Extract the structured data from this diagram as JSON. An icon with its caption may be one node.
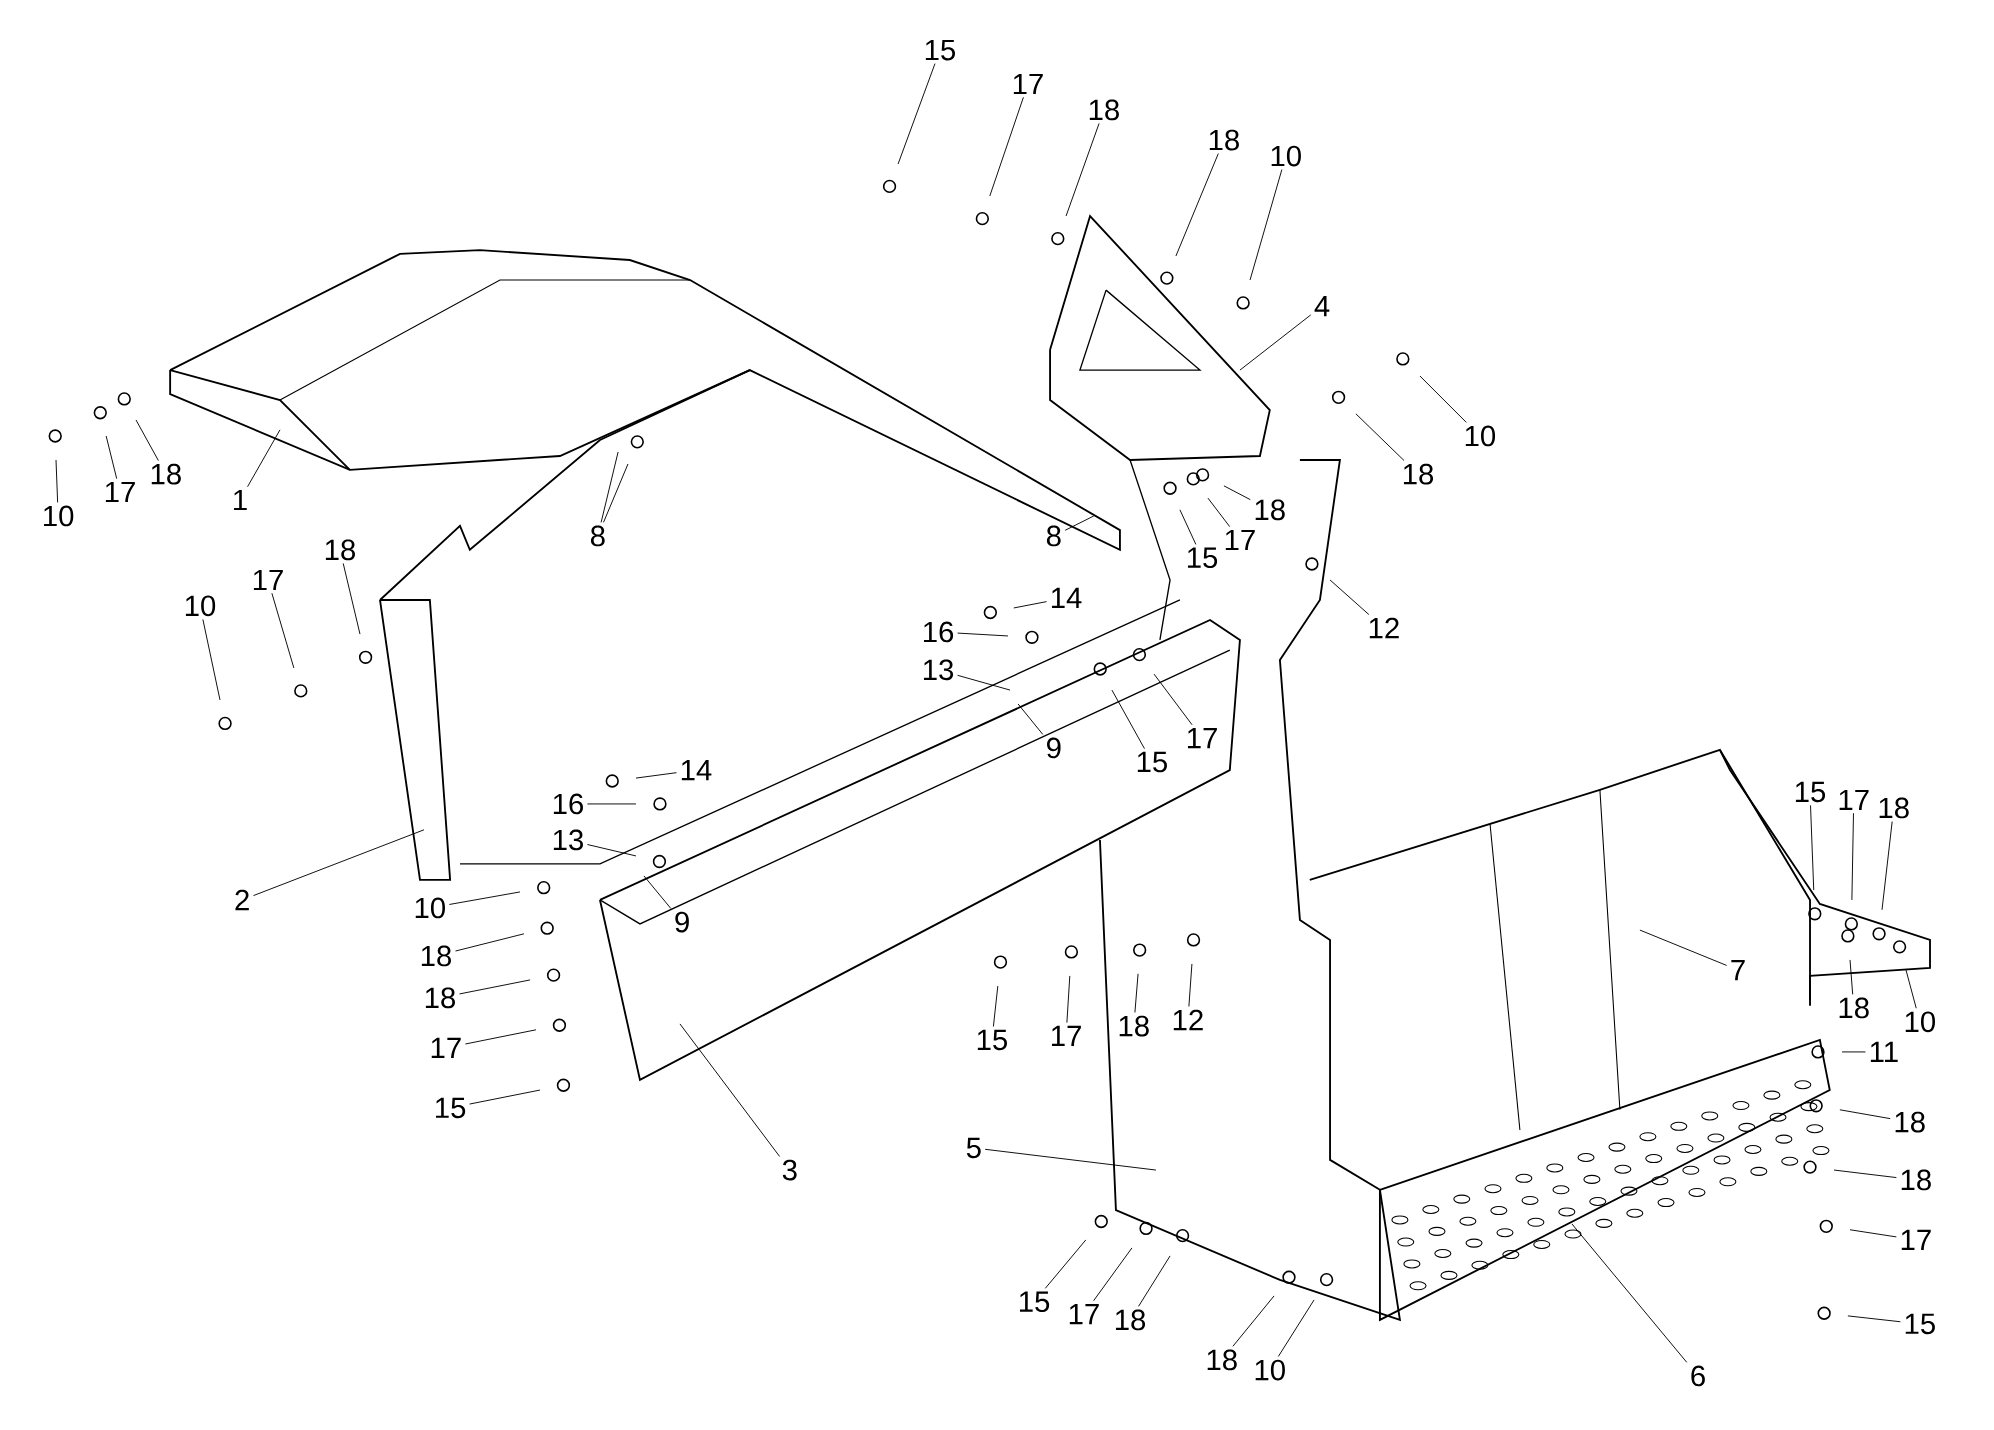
{
  "diagram": {
    "nodes": [
      {
        "text": [
          "15"
        ]
      },
      {
        "text": [
          "17"
        ]
      },
      {
        "text": [
          "18"
        ]
      },
      {
        "text": [
          "18"
        ]
      },
      {
        "text": [
          "10"
        ]
      },
      {
        "text": [
          "4"
        ]
      },
      {
        "text": [
          "10"
        ]
      },
      {
        "text": [
          "18"
        ]
      },
      {
        "text": [
          "18"
        ]
      },
      {
        "text": [
          "17"
        ]
      },
      {
        "text": [
          "15"
        ]
      },
      {
        "text": [
          "12"
        ]
      },
      {
        "text": [
          "8"
        ]
      },
      {
        "text": [
          "8"
        ]
      },
      {
        "text": [
          "14"
        ]
      },
      {
        "text": [
          "16"
        ]
      },
      {
        "text": [
          "13"
        ]
      },
      {
        "text": [
          "9"
        ]
      },
      {
        "text": [
          "15"
        ]
      },
      {
        "text": [
          "17"
        ]
      },
      {
        "text": [
          "14"
        ]
      },
      {
        "text": [
          "16"
        ]
      },
      {
        "text": [
          "13"
        ]
      },
      {
        "text": [
          "9"
        ]
      },
      {
        "text": [
          "10"
        ]
      },
      {
        "text": [
          "18"
        ]
      },
      {
        "text": [
          "18"
        ]
      },
      {
        "text": [
          "17"
        ]
      },
      {
        "text": [
          "15"
        ]
      },
      {
        "text": [
          "2"
        ]
      },
      {
        "text": [
          "3"
        ]
      },
      {
        "text": [
          "10"
        ]
      },
      {
        "text": [
          "17"
        ]
      },
      {
        "text": [
          "18"
        ]
      },
      {
        "text": [
          "1"
        ]
      },
      {
        "text": [
          "10"
        ]
      },
      {
        "text": [
          "17"
        ]
      },
      {
        "text": [
          "18"
        ]
      },
      {
        "text": [
          "15"
        ]
      },
      {
        "text": [
          "17"
        ]
      },
      {
        "text": [
          "18"
        ]
      },
      {
        "text": [
          "12"
        ]
      },
      {
        "text": [
          "5"
        ]
      },
      {
        "text": [
          "15"
        ]
      },
      {
        "text": [
          "17"
        ]
      },
      {
        "text": [
          "18"
        ]
      },
      {
        "text": [
          "18"
        ]
      },
      {
        "text": [
          "10"
        ]
      },
      {
        "text": [
          "6"
        ]
      },
      {
        "text": [
          "7"
        ]
      },
      {
        "text": [
          "15"
        ]
      },
      {
        "text": [
          "17"
        ]
      },
      {
        "text": [
          "18"
        ]
      },
      {
        "text": [
          "18"
        ]
      },
      {
        "text": [
          "10"
        ]
      },
      {
        "text": [
          "11"
        ]
      },
      {
        "text": [
          "18"
        ]
      },
      {
        "text": [
          "18"
        ]
      },
      {
        "text": [
          "17"
        ]
      },
      {
        "text": [
          "15"
        ]
      }
    ],
    "edges": [
      {
        "from": 0,
        "to": null,
        "arrow": "none"
      },
      {
        "from": 1,
        "to": null,
        "arrow": "none"
      },
      {
        "from": 2,
        "to": null,
        "arrow": "none"
      },
      {
        "from": 3,
        "to": null,
        "arrow": "none"
      },
      {
        "from": 4,
        "to": null,
        "arrow": "none"
      },
      {
        "from": 5,
        "to": null,
        "arrow": "none"
      },
      {
        "from": 6,
        "to": null,
        "arrow": "none"
      },
      {
        "from": 7,
        "to": null,
        "arrow": "none"
      },
      {
        "from": 8,
        "to": null,
        "arrow": "none"
      },
      {
        "from": 9,
        "to": null,
        "arrow": "none"
      },
      {
        "from": 10,
        "to": null,
        "arrow": "none"
      },
      {
        "from": 11,
        "to": null,
        "arrow": "none"
      },
      {
        "from": 12,
        "to": null,
        "arrow": "none"
      },
      {
        "from": 13,
        "to": null,
        "arrow": "none"
      },
      {
        "from": 13,
        "to": null,
        "arrow": "none"
      },
      {
        "from": 14,
        "to": null,
        "arrow": "none"
      },
      {
        "from": 15,
        "to": null,
        "arrow": "none"
      },
      {
        "from": 16,
        "to": null,
        "arrow": "none"
      },
      {
        "from": 17,
        "to": null,
        "arrow": "none"
      },
      {
        "from": 18,
        "to": null,
        "arrow": "none"
      },
      {
        "from": 19,
        "to": null,
        "arrow": "none"
      },
      {
        "from": 20,
        "to": null,
        "arrow": "none"
      },
      {
        "from": 21,
        "to": null,
        "arrow": "none"
      },
      {
        "from": 22,
        "to": null,
        "arrow": "none"
      },
      {
        "from": 23,
        "to": null,
        "arrow": "none"
      },
      {
        "from": 24,
        "to": null,
        "arrow": "none"
      },
      {
        "from": 25,
        "to": null,
        "arrow": "none"
      },
      {
        "from": 26,
        "to": null,
        "arrow": "none"
      },
      {
        "from": 27,
        "to": null,
        "arrow": "none"
      },
      {
        "from": 28,
        "to": null,
        "arrow": "none"
      },
      {
        "from": 29,
        "to": null,
        "arrow": "none"
      },
      {
        "from": 30,
        "to": null,
        "arrow": "none"
      },
      {
        "from": 31,
        "to": null,
        "arrow": "none"
      },
      {
        "from": 32,
        "to": null,
        "arrow": "none"
      },
      {
        "from": 33,
        "to": null,
        "arrow": "none"
      },
      {
        "from": 34,
        "to": null,
        "arrow": "none"
      },
      {
        "from": 35,
        "to": null,
        "arrow": "none"
      },
      {
        "from": 36,
        "to": null,
        "arrow": "none"
      },
      {
        "from": 37,
        "to": null,
        "arrow": "none"
      },
      {
        "from": 38,
        "to": null,
        "arrow": "none"
      },
      {
        "from": 39,
        "to": null,
        "arrow": "none"
      },
      {
        "from": 40,
        "to": null,
        "arrow": "none"
      },
      {
        "from": 41,
        "to": null,
        "arrow": "none"
      },
      {
        "from": 42,
        "to": null,
        "arrow": "none"
      },
      {
        "from": 43,
        "to": null,
        "arrow": "none"
      },
      {
        "from": 44,
        "to": null,
        "arrow": "none"
      },
      {
        "from": 45,
        "to": null,
        "arrow": "none"
      },
      {
        "from": 46,
        "to": null,
        "arrow": "none"
      },
      {
        "from": 47,
        "to": null,
        "arrow": "none"
      },
      {
        "from": 48,
        "to": null,
        "arrow": "none"
      },
      {
        "from": 49,
        "to": null,
        "arrow": "none"
      },
      {
        "from": 50,
        "to": null,
        "arrow": "none"
      },
      {
        "from": 51,
        "to": null,
        "arrow": "none"
      },
      {
        "from": 52,
        "to": null,
        "arrow": "none"
      },
      {
        "from": 53,
        "to": null,
        "arrow": "none"
      },
      {
        "from": 54,
        "to": null,
        "arrow": "none"
      },
      {
        "from": 55,
        "to": null,
        "arrow": "none"
      },
      {
        "from": 56,
        "to": null,
        "arrow": "none"
      },
      {
        "from": 57,
        "to": null,
        "arrow": "none"
      },
      {
        "from": 58,
        "to": null,
        "arrow": "none"
      },
      {
        "from": 59,
        "to": null,
        "arrow": "none"
      }
    ]
  }
}
